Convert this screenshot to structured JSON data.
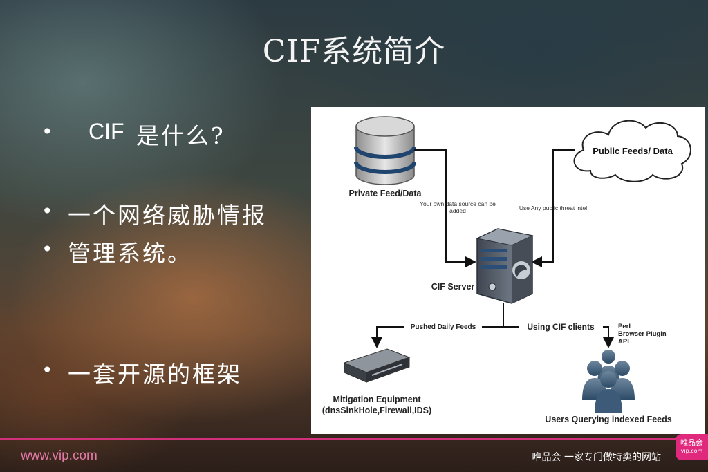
{
  "slide": {
    "title": "CIF系统简介",
    "bullets": [
      {
        "prefix": "CIF",
        "text": "是什么?"
      },
      {
        "text": "一个网络威胁情报"
      },
      {
        "text": "管理系统。"
      },
      {
        "text": "一套开源的框架"
      }
    ],
    "bullet_symbol": "•"
  },
  "diagram": {
    "private_feed": "Private Feed/Data",
    "private_note_1": "Your own data source can be",
    "private_note_2": "added",
    "public_feeds": "Public Feeds/ Data",
    "public_note": "Use Any public threat intel",
    "server": "CIF Server",
    "pushed": "Pushed Daily Feeds",
    "using_clients": "Using CIF clients",
    "clients": [
      "Perl",
      "Browser Plugin",
      "API"
    ],
    "mitigation_1": "Mitigation Equipment",
    "mitigation_2": "(dnsSinkHole,Firewall,IDS)",
    "users": "Users Querying indexed Feeds"
  },
  "footer": {
    "url": "www.vip.com",
    "slogan": "唯品会 一家专门做特卖的网站",
    "logo_line1": "唯品会",
    "logo_line2": "vip.com"
  },
  "colors": {
    "accent": "#d2307a",
    "server": "#5b6471",
    "db_band": "#2b4e78"
  }
}
